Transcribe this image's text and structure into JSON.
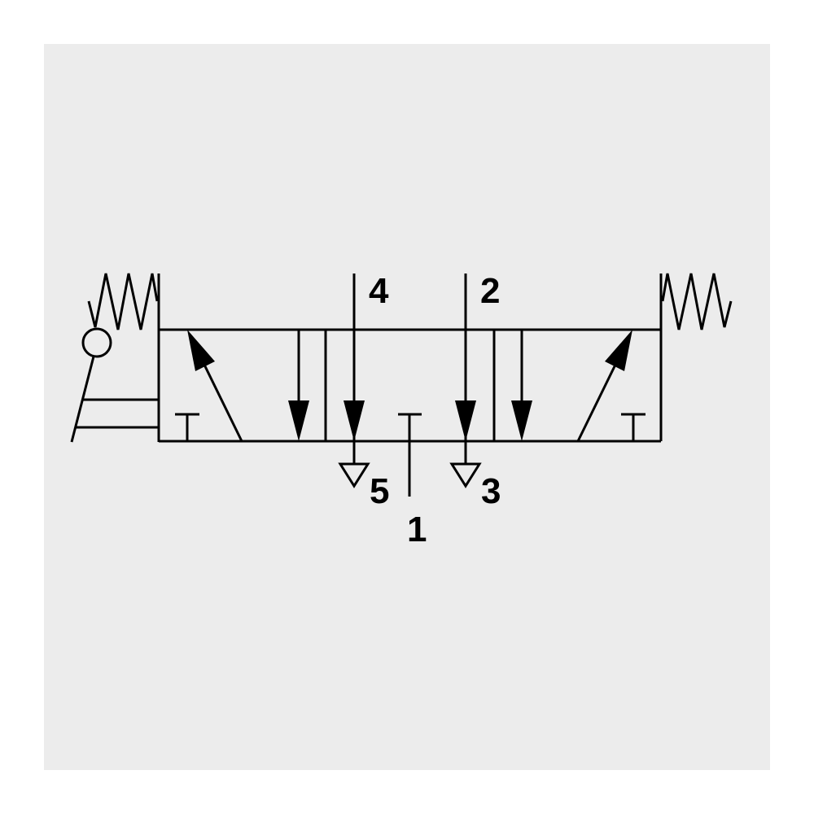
{
  "diagram": {
    "type": "5/3 directional control valve symbol",
    "background_color": "#ececec",
    "line_color": "#000000",
    "ports": {
      "port_4": "4",
      "port_2": "2",
      "port_5": "5",
      "port_3": "3",
      "port_1": "1"
    }
  }
}
